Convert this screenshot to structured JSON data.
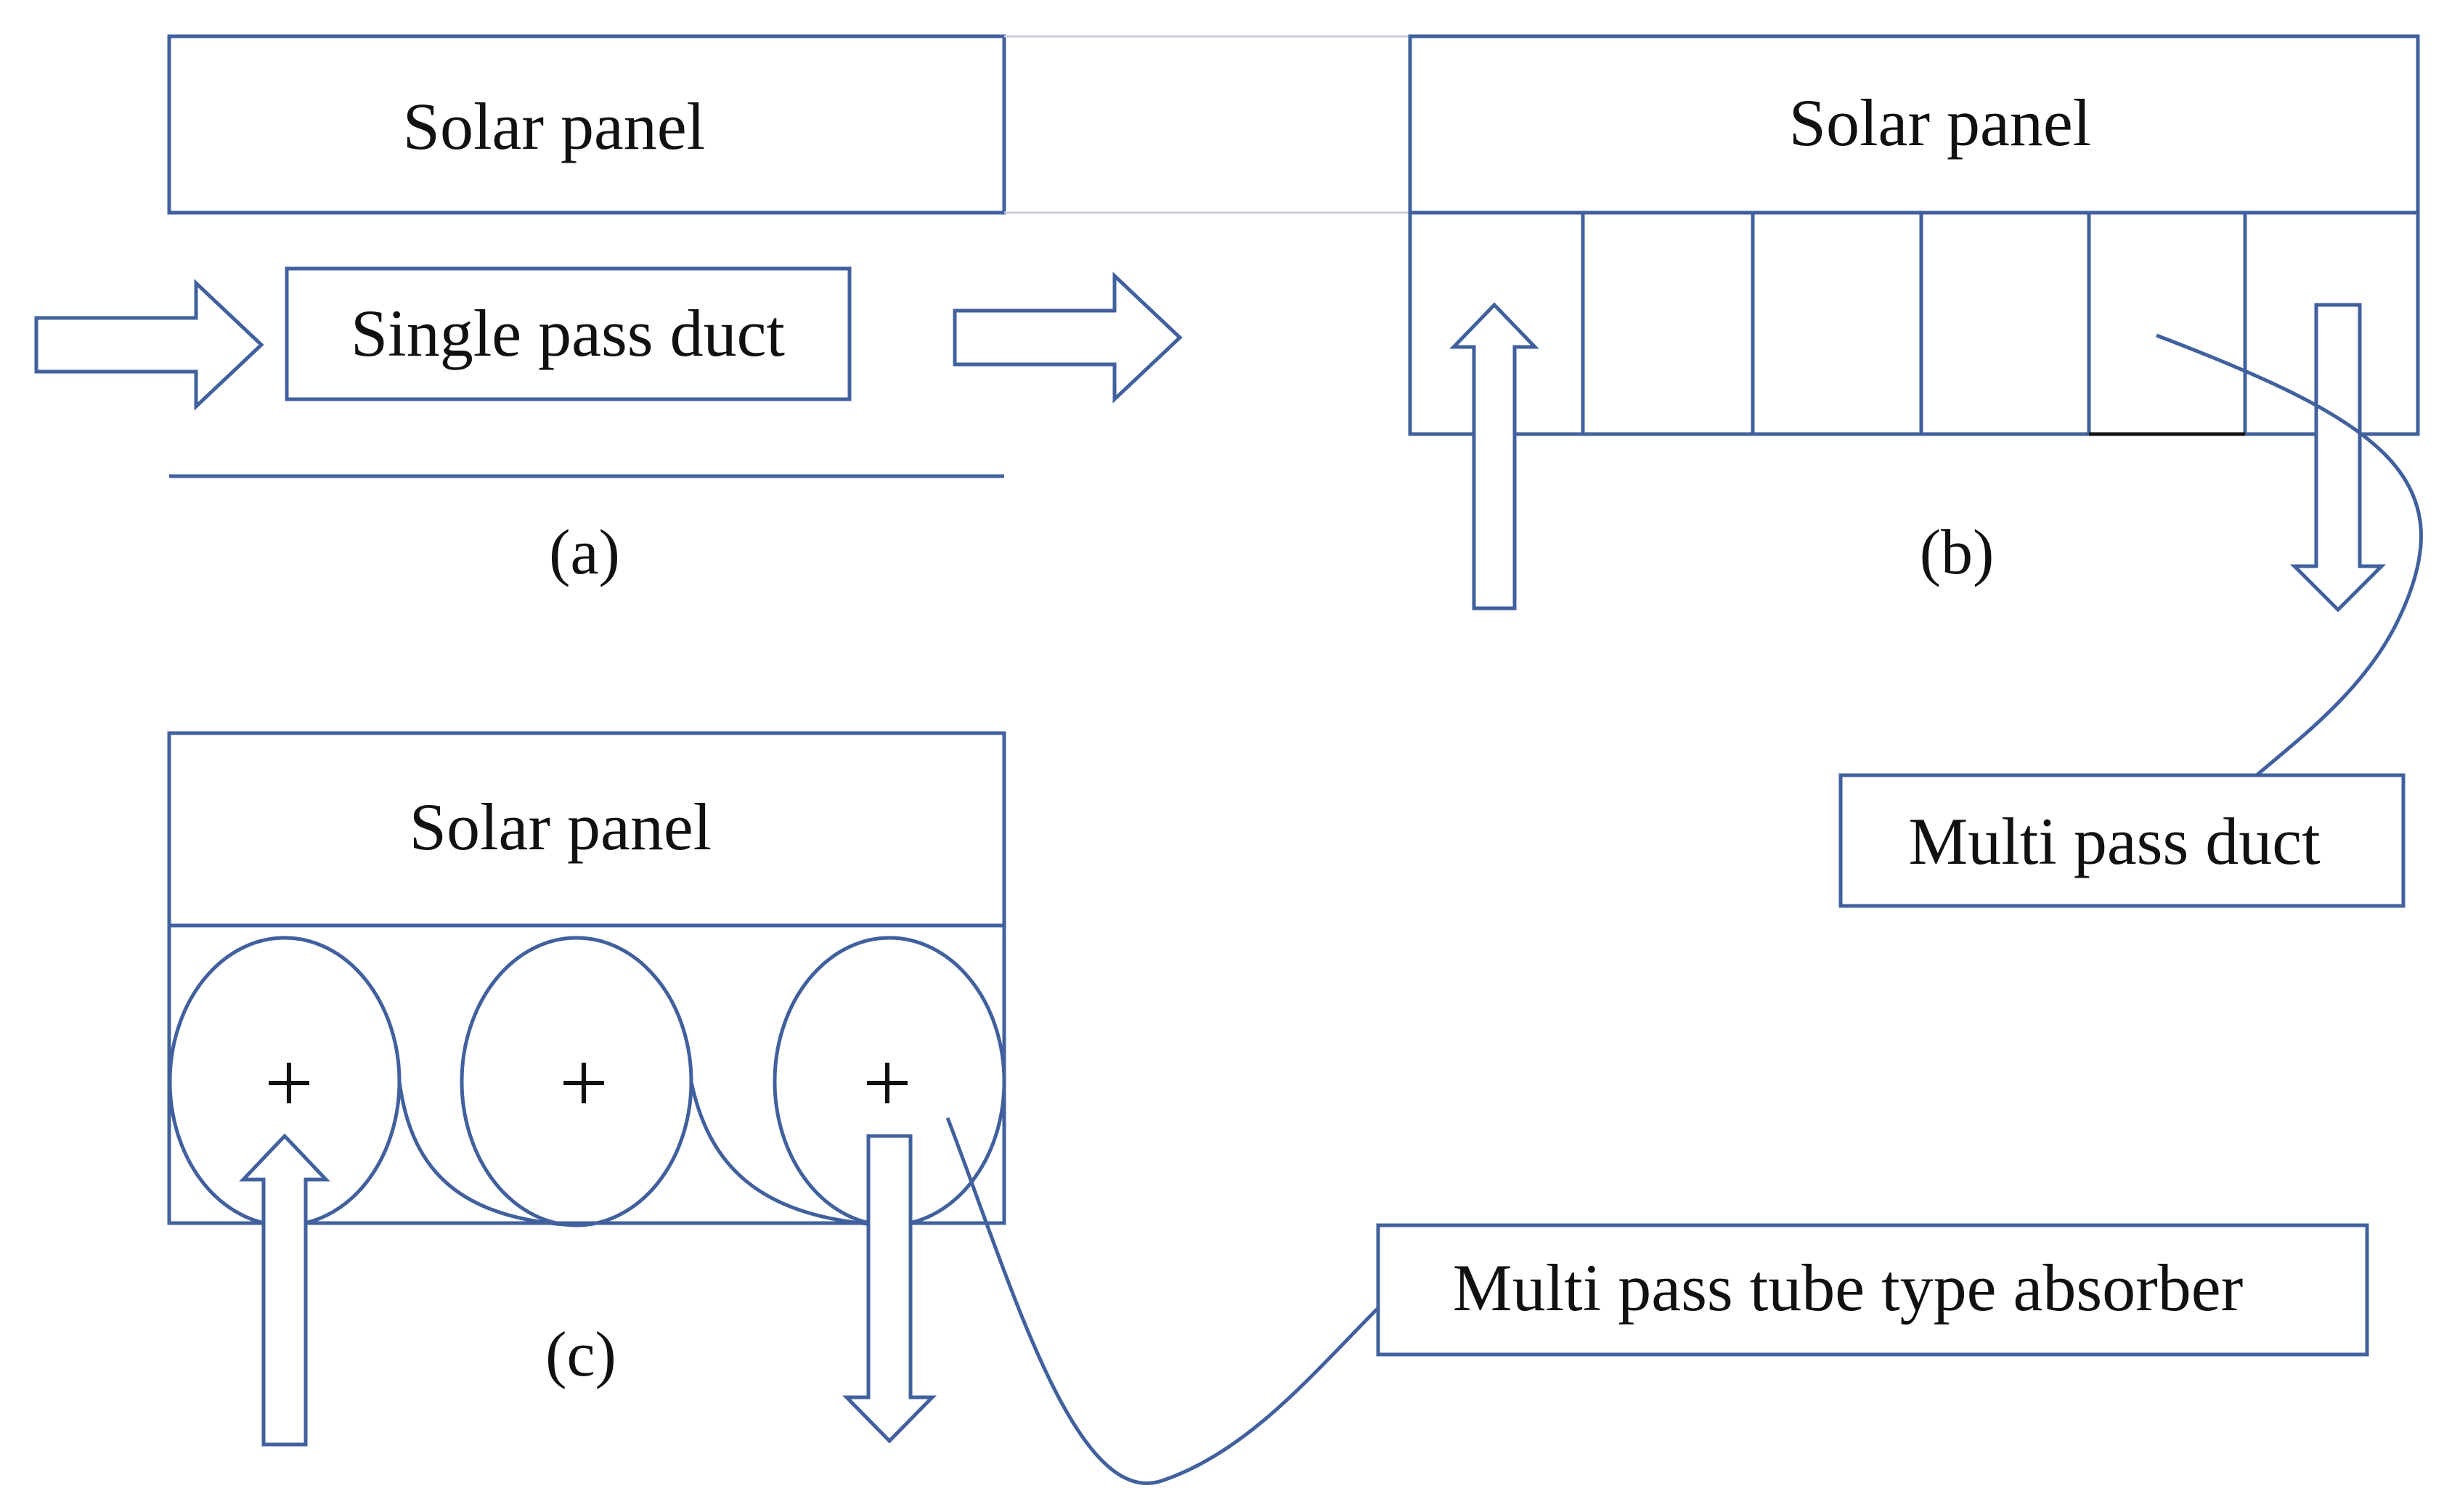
{
  "colors": {
    "stroke": "#41609e",
    "text": "#111111",
    "background": "#ffffff"
  },
  "panel_a": {
    "panel_label": "Solar panel",
    "duct_label": "Single pass duct",
    "caption": "(a)"
  },
  "panel_b": {
    "panel_label": "Solar panel",
    "callout_label": "Multi pass duct",
    "caption": "(b)"
  },
  "panel_c": {
    "panel_label": "Solar panel",
    "callout_label": "Multi pass tube type absorber",
    "caption": "(c)",
    "tube_markers": [
      "+",
      "+",
      "+"
    ]
  }
}
